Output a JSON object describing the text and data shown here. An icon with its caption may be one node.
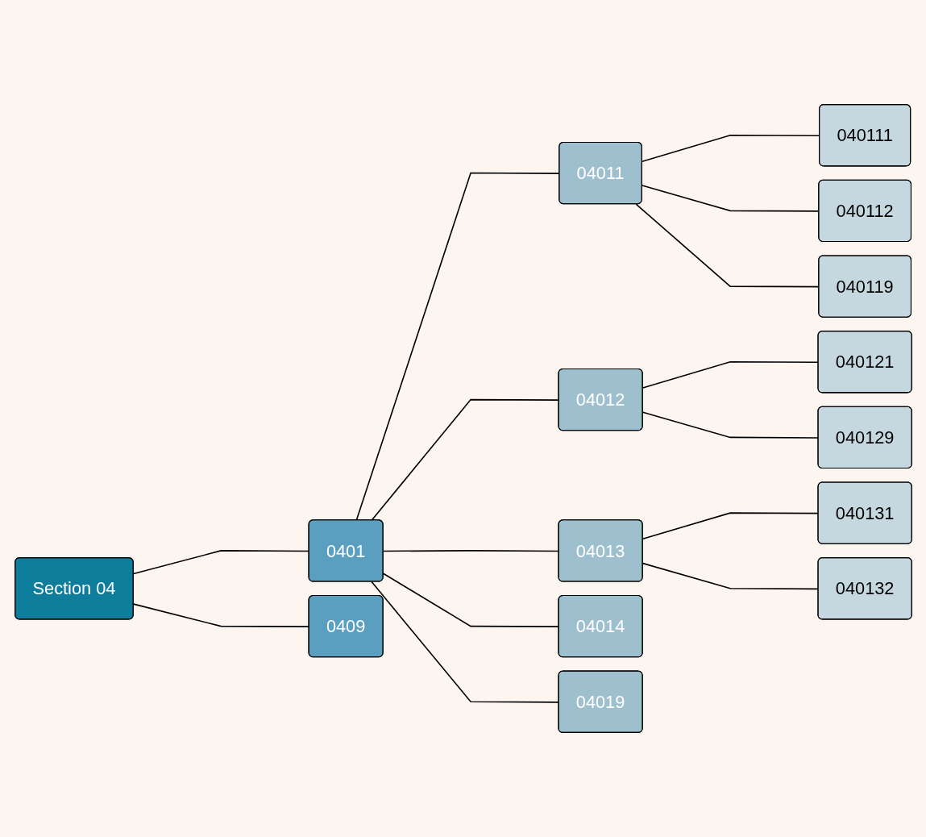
{
  "diagram": {
    "nodes": [
      {
        "text": [
          "Section 04"
        ]
      },
      {
        "text": [
          "0401"
        ]
      },
      {
        "text": [
          "0409"
        ]
      },
      {
        "text": [
          "04011"
        ]
      },
      {
        "text": [
          "04012"
        ]
      },
      {
        "text": [
          "04013"
        ]
      },
      {
        "text": [
          "04014"
        ]
      },
      {
        "text": [
          "04019"
        ]
      },
      {
        "text": [
          "040111"
        ]
      },
      {
        "text": [
          "040112"
        ]
      },
      {
        "text": [
          "040119"
        ]
      },
      {
        "text": [
          "040121"
        ]
      },
      {
        "text": [
          "040129"
        ]
      },
      {
        "text": [
          "040131"
        ]
      },
      {
        "text": [
          "040132"
        ]
      }
    ],
    "edges": [
      {
        "from": 0,
        "to": 1,
        "arrow": "none"
      },
      {
        "from": 0,
        "to": 2,
        "arrow": "none"
      },
      {
        "from": 1,
        "to": 3,
        "arrow": "none"
      },
      {
        "from": 1,
        "to": 4,
        "arrow": "none"
      },
      {
        "from": 1,
        "to": 5,
        "arrow": "none"
      },
      {
        "from": 1,
        "to": 6,
        "arrow": "none"
      },
      {
        "from": 1,
        "to": 7,
        "arrow": "none"
      },
      {
        "from": 3,
        "to": 8,
        "arrow": "none"
      },
      {
        "from": 3,
        "to": 9,
        "arrow": "none"
      },
      {
        "from": 3,
        "to": 10,
        "arrow": "none"
      },
      {
        "from": 4,
        "to": 11,
        "arrow": "none"
      },
      {
        "from": 4,
        "to": 12,
        "arrow": "none"
      },
      {
        "from": 5,
        "to": 13,
        "arrow": "none"
      },
      {
        "from": 5,
        "to": 14,
        "arrow": "none"
      }
    ]
  }
}
